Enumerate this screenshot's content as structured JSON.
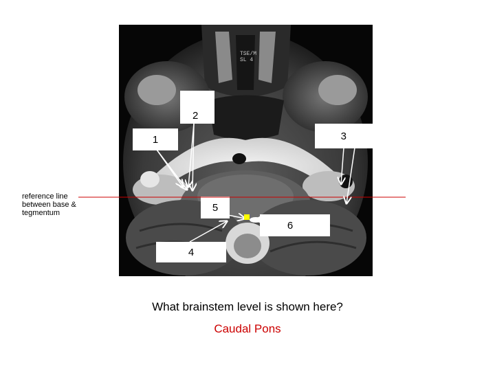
{
  "image": {
    "corner_text_line1": "TSE/M",
    "corner_text_line2": "SL 4"
  },
  "labels": {
    "l1": "1",
    "l2": "2",
    "l3": "3",
    "l4": "4",
    "l5": "5",
    "l6": "6"
  },
  "reference_line": {
    "text": "reference line between base & tegmentum",
    "color": "#cc0000"
  },
  "marker_color": "#ffff00",
  "question": "What brainstem level is shown here?",
  "answer": "Caudal Pons",
  "answer_color": "#cc0000"
}
